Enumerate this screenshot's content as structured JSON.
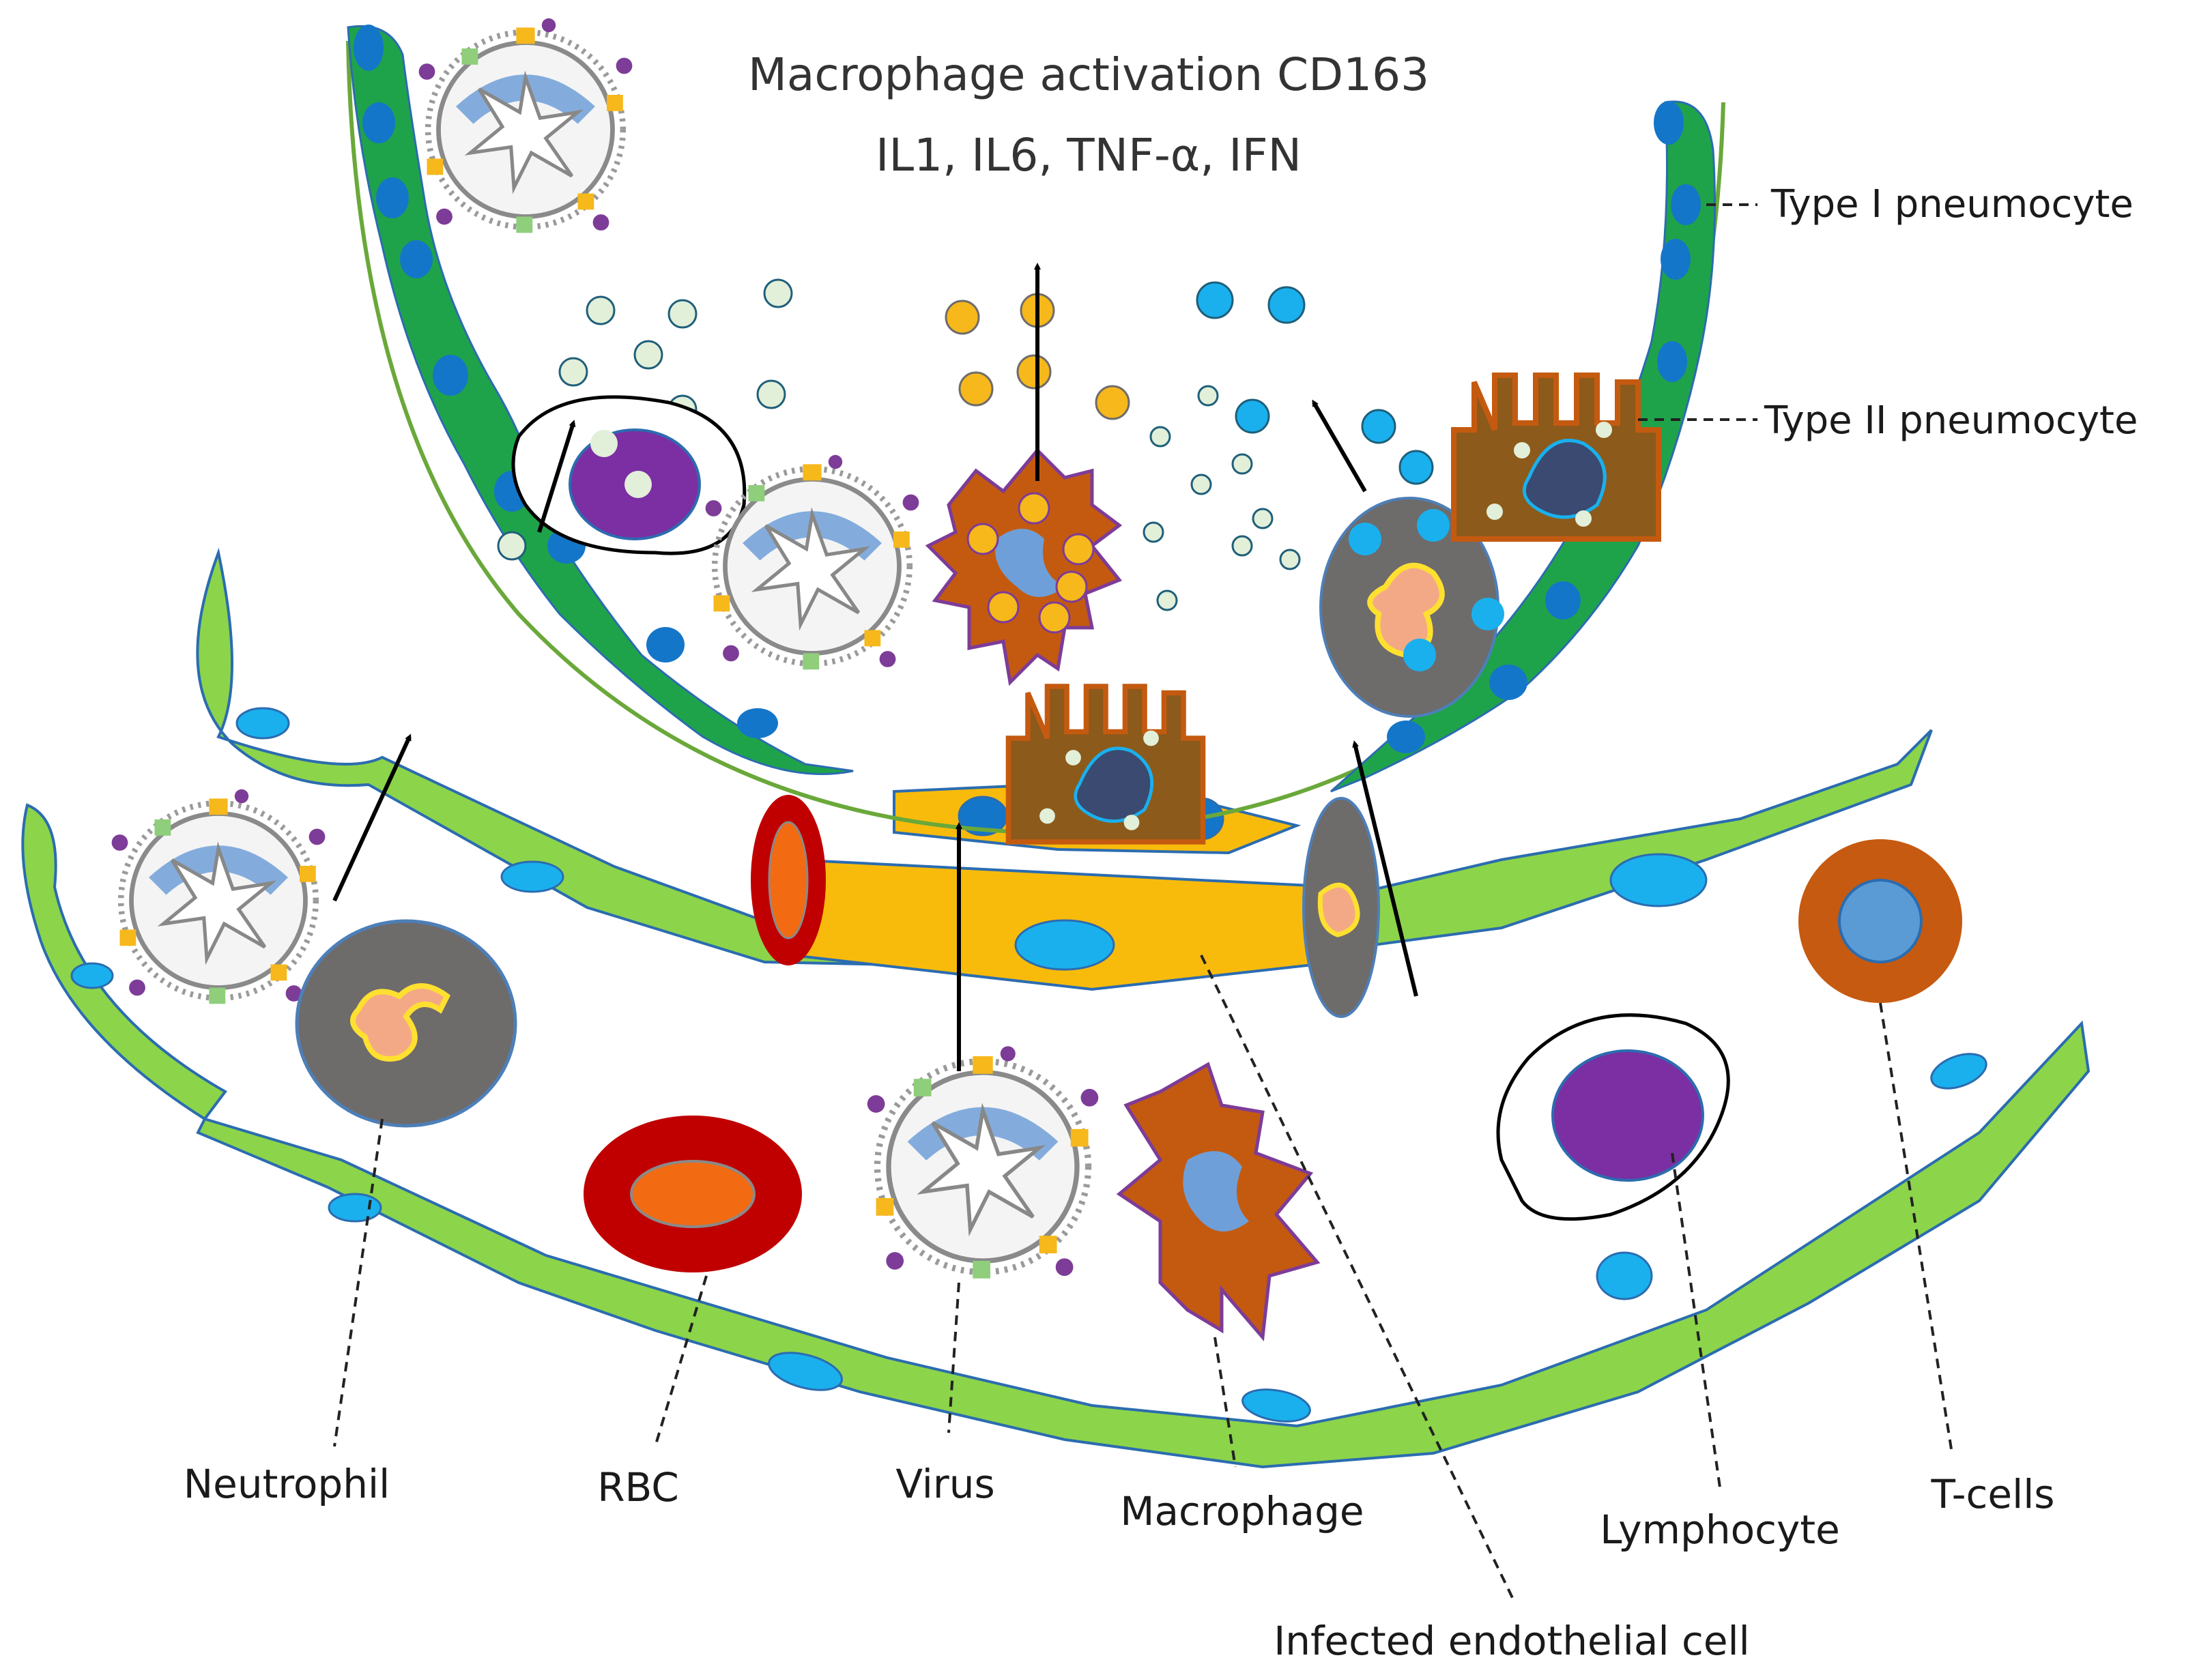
{
  "header": {
    "line1": "Macrophage activation CD163",
    "line2": "IL1, IL6, TNF-α, IFN"
  },
  "labels": {
    "type1": "Type I pneumocyte",
    "type2": "Type II pneumocyte",
    "neutrophil": "Neutrophil",
    "rbc": "RBC",
    "virus": "Virus",
    "macrophage": "Macrophage",
    "lymphocyte": "Lymphocyte",
    "tcells": "T-cells",
    "infected": "Infected endothelial cell"
  },
  "colors": {
    "alveolar_wall": "#1fa34a",
    "capillary_wall": "#8cd44a",
    "endothelial_infected": "#f9bb0b",
    "nucleus": "#1476c8",
    "nucleus_light": "#1ab0ee",
    "rbc_outer": "#c00000",
    "rbc_inner": "#f26b12",
    "macrophage": "#c45a10",
    "neutrophil": "#6e6b6b",
    "lymphocyte_nucleus": "#7b2fa3",
    "tcell_outer": "#c65a10",
    "tcell_inner": "#5b9bd5",
    "cytokine_pale": "#e2efd9",
    "cytokine_orange": "#f6b81b",
    "cytokine_blue": "#1ab0ee"
  },
  "icons": [
    "virus-icon",
    "neutrophil-icon",
    "rbc-icon",
    "macrophage-icon",
    "lymphocyte-icon",
    "t-cell-icon",
    "type2-pneumocyte-icon"
  ]
}
